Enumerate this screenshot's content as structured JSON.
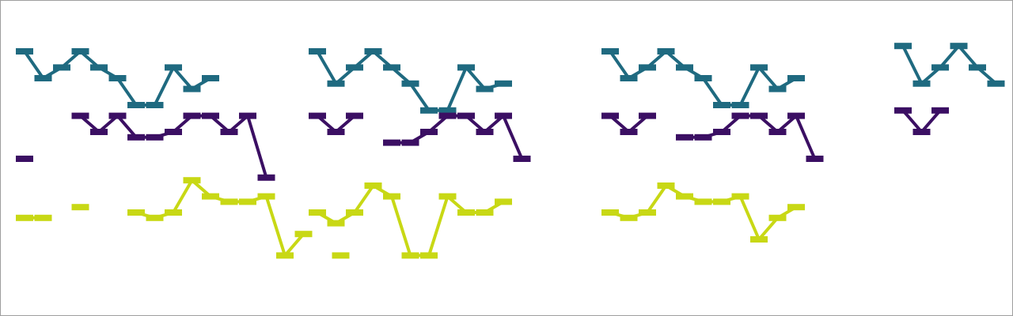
{
  "chart_data": {
    "type": "line",
    "title": "",
    "xlabel": "",
    "ylabel": "",
    "ylim": [
      0,
      100
    ],
    "x_segments": 4,
    "segment_points": 15,
    "grid": false,
    "legend": "none",
    "marker": "bar-cap",
    "series": [
      {
        "color": "#1f6a80",
        "values": [
          [
            90,
            80,
            84,
            90,
            84,
            80,
            70,
            70,
            84,
            76,
            80
          ],
          [
            90,
            78,
            84,
            90,
            84,
            78,
            68,
            68,
            84,
            76,
            78
          ],
          [
            90,
            80,
            84,
            90,
            84,
            80,
            70,
            70,
            84,
            76,
            80
          ],
          [
            92,
            78,
            84,
            92,
            84,
            78
          ]
        ]
      },
      {
        "color": "#3b0f63",
        "values": [
          [
            50,
            null,
            null,
            66,
            60,
            66,
            58,
            58,
            60,
            66,
            66,
            60,
            66,
            43
          ],
          [
            66,
            60,
            66,
            null,
            56,
            56,
            60,
            66,
            66,
            60,
            66,
            50
          ],
          [
            66,
            60,
            66,
            null,
            58,
            58,
            60,
            66,
            66,
            60,
            66,
            50
          ],
          [
            68,
            60,
            68
          ]
        ]
      },
      {
        "color": "#c8d815",
        "values": [
          [
            28,
            28,
            null,
            32,
            null,
            null,
            30,
            28,
            30,
            42,
            36,
            34,
            34,
            36,
            14,
            22,
            null,
            14
          ],
          [
            30,
            26,
            30,
            40,
            36,
            14,
            14,
            36,
            30,
            30,
            34
          ],
          [
            30,
            28,
            30,
            40,
            36,
            34,
            34,
            36,
            20,
            28,
            32
          ],
          []
        ]
      }
    ]
  }
}
